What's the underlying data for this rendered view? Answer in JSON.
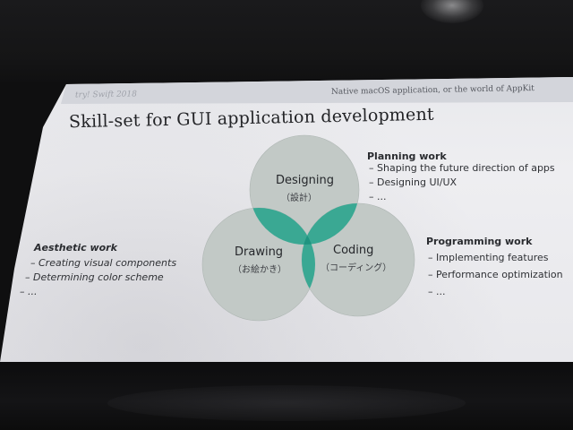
{
  "slide": {
    "header_left": "try! Swift 2018",
    "header_right": "Native macOS application, or the world of AppKit",
    "title": "Skill-set for GUI application development"
  },
  "circles": {
    "designing": {
      "label": "Designing",
      "sub": "（設計）"
    },
    "drawing": {
      "label": "Drawing",
      "sub": "（お絵かき）"
    },
    "coding": {
      "label": "Coding",
      "sub": "（コーディング）"
    }
  },
  "planning": {
    "heading": "Planning work",
    "items": [
      "– Shaping the future direction of apps",
      "– Designing UI/UX",
      "– ..."
    ]
  },
  "aesthetic": {
    "heading": "Aesthetic work",
    "items": [
      "– Creating visual components",
      "– Determining color scheme",
      "– ..."
    ]
  },
  "programming": {
    "heading": "Programming work",
    "items": [
      "– Implementing features",
      "– Performance optimization",
      "– ..."
    ]
  },
  "colors": {
    "circle_fill": "#c2c9c6",
    "overlap_teal": "#3aa893",
    "center_teal": "#1f9480"
  }
}
